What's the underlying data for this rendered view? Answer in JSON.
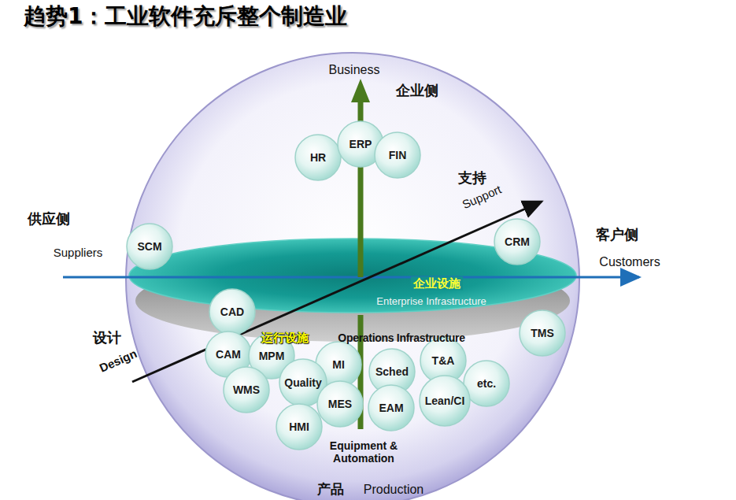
{
  "diagram": {
    "title": "趋势1：工业软件充斥整个制造业",
    "nodes": [
      {
        "text": [
          "企业设施",
          "Enterprise Infrastructure"
        ]
      },
      {
        "text": [
          "HR"
        ]
      },
      {
        "text": [
          "ERP"
        ]
      },
      {
        "text": [
          "FIN"
        ]
      },
      {
        "text": [
          "SCM"
        ]
      },
      {
        "text": [
          "CRM"
        ]
      },
      {
        "text": [
          "CAD"
        ]
      },
      {
        "text": [
          "TMS"
        ]
      },
      {
        "text": [
          "CAM"
        ]
      },
      {
        "text": [
          "MPM"
        ]
      },
      {
        "text": [
          "MI"
        ]
      },
      {
        "text": [
          "Sched"
        ]
      },
      {
        "text": [
          "T&A"
        ]
      },
      {
        "text": [
          "etc."
        ]
      },
      {
        "text": [
          "WMS"
        ]
      },
      {
        "text": [
          "Quality"
        ]
      },
      {
        "text": [
          "Lean/CI"
        ]
      },
      {
        "text": [
          "MES"
        ]
      },
      {
        "text": [
          "EAM"
        ]
      },
      {
        "text": [
          "HMI"
        ]
      }
    ],
    "labels": [
      "Business",
      "企业侧",
      "支持",
      "Support",
      "供应侧",
      "Suppliers",
      "客户侧",
      "Customers",
      "设计",
      "Design",
      "运行设施",
      "Operations Infrastructure",
      "Equipment & Automation",
      "产品",
      "Production"
    ]
  }
}
